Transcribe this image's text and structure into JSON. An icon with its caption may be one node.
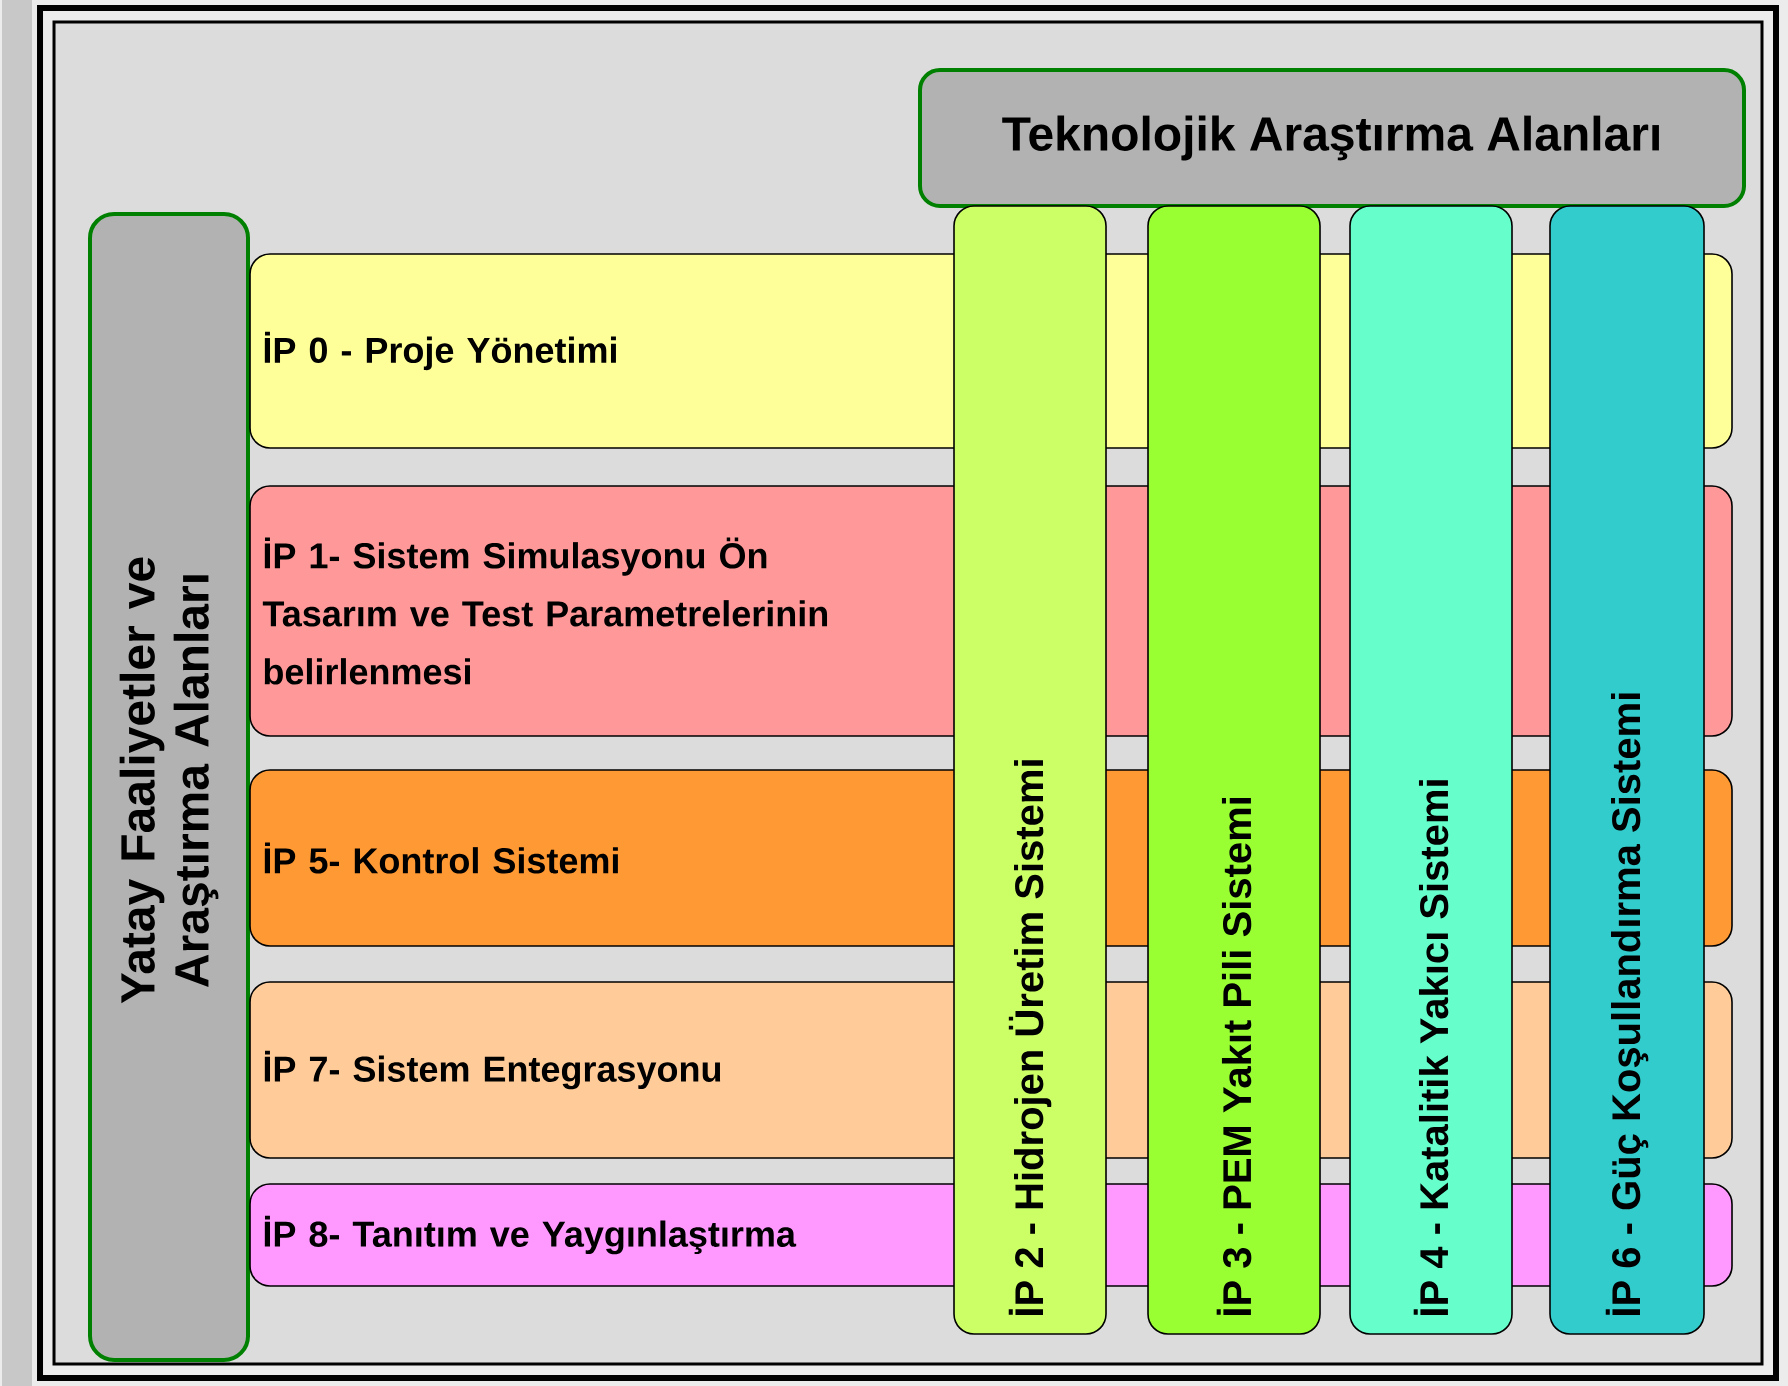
{
  "diagram": {
    "nodes": [
      {
        "text": [
          "Teknolojik Araştırma Alanları"
        ]
      },
      {
        "text": [
          "Yatay Faaliyetler ve Araştırma Alanları"
        ]
      },
      {
        "text": [
          "İP 0 - Proje Yönetimi"
        ]
      },
      {
        "text": [
          "İP 1- Sistem Simulasyonu Ön Tasarım ve Test Parametrelerinin belirlenmesi"
        ]
      },
      {
        "text": [
          "İP 5- Kontrol Sistemi"
        ]
      },
      {
        "text": [
          "İP 7- Sistem Entegrasyonu"
        ]
      },
      {
        "text": [
          "İP 8- Tanıtım ve Yaygınlaştırma"
        ]
      },
      {
        "text": [
          "İP 2 - Hidrojen Üretim Sistemi"
        ]
      },
      {
        "text": [
          "İP 3 - PEM Yakıt Pili Sistemi"
        ]
      },
      {
        "text": [
          "İP 4 - Katalitik Yakıcı Sistemi"
        ]
      },
      {
        "text": [
          "İP 6 - Güç Koşullandırma Sistemi"
        ]
      }
    ]
  }
}
